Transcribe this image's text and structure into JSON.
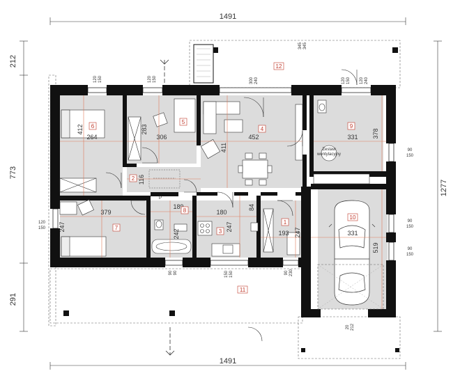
{
  "overall": {
    "top_width": "1491",
    "bottom_width": "1491",
    "left_segments": [
      "212",
      "773",
      "291"
    ],
    "right_height": "1277"
  },
  "rooms": [
    {
      "id": "1",
      "dims": [
        "193",
        "247"
      ]
    },
    {
      "id": "2",
      "dims": [
        "116"
      ]
    },
    {
      "id": "3",
      "dims": [
        "180",
        "247"
      ]
    },
    {
      "id": "4",
      "dims": [
        "452",
        "411"
      ]
    },
    {
      "id": "5",
      "dims": [
        "306",
        "283"
      ]
    },
    {
      "id": "6",
      "dims": [
        "264",
        "412"
      ]
    },
    {
      "id": "7",
      "dims": [
        "379",
        "247"
      ]
    },
    {
      "id": "8",
      "dims": [
        "189",
        "242"
      ]
    },
    {
      "id": "9",
      "dims": [
        "331",
        "378"
      ]
    },
    {
      "id": "10",
      "dims": [
        "331",
        "519"
      ]
    },
    {
      "id": "11",
      "dims": []
    },
    {
      "id": "12",
      "dims": []
    }
  ],
  "extra_dims": {
    "room8_top": "84"
  },
  "windows": [
    {
      "w": "120",
      "h": "150"
    },
    {
      "w": "120",
      "h": "150"
    },
    {
      "w": "300",
      "h": "240"
    },
    {
      "w": "120",
      "h": "150"
    },
    {
      "w": "120",
      "h": "240"
    },
    {
      "w": "90",
      "h": "150"
    },
    {
      "w": "90",
      "h": "150"
    },
    {
      "w": "90",
      "h": "150"
    },
    {
      "w": "120",
      "h": "150"
    },
    {
      "w": "90",
      "h": "90"
    },
    {
      "w": "150",
      "h": "150"
    },
    {
      "w": "90",
      "h": "230"
    },
    {
      "w": "20",
      "h": "212"
    },
    {
      "w": "345",
      "h": "345"
    }
  ],
  "labels": {
    "stairs_mark": "P",
    "boiler_note": "Zestaw\nwentylacyjny"
  },
  "colors": {
    "wall": "#111111",
    "floor": "#dcdcdc",
    "dim_line": "#e07b5a",
    "room_number": "#c0392b"
  }
}
